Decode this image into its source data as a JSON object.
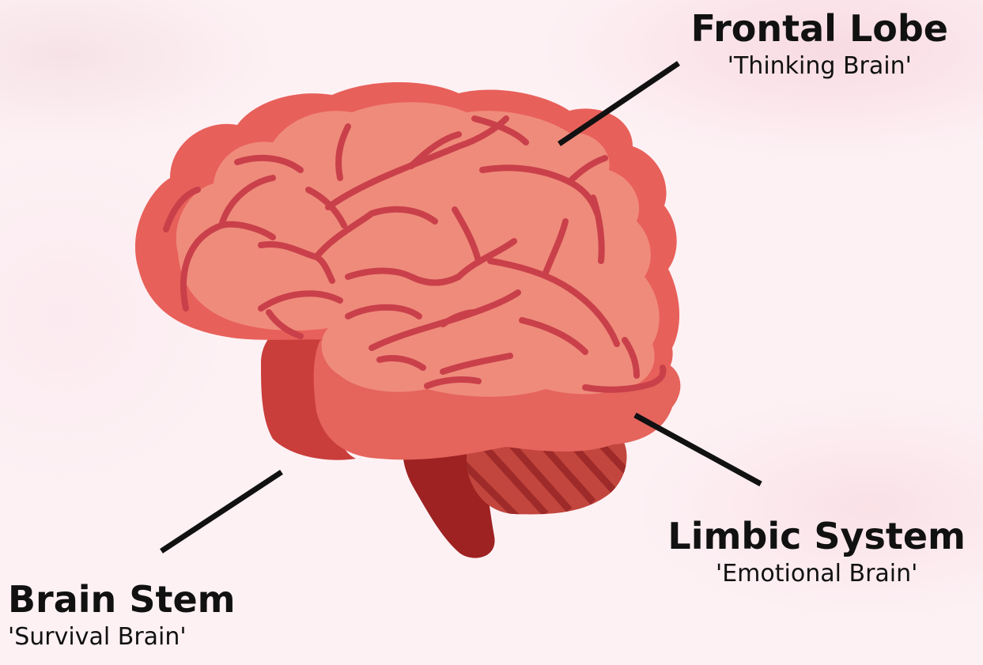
{
  "labels": {
    "frontal_lobe": {
      "title": "Frontal Lobe",
      "subtitle": "'Thinking Brain'"
    },
    "limbic_system": {
      "title": "Limbic System",
      "subtitle": "'Emotional Brain'"
    },
    "brain_stem": {
      "title": "Brain Stem",
      "subtitle": "'Survival Brain'"
    }
  },
  "colors": {
    "background": "#fdf1f4",
    "cortex_light": "#ef8b7b",
    "cortex_dark": "#e8605a",
    "sulci": "#c9404a",
    "temporal": "#e5645c",
    "deep_red": "#c93d3a",
    "cerebellum": "#c2463d",
    "cerebellum_stripes": "#9e2a2a",
    "brain_stem": "#9e2222",
    "leader_lines": "#111111"
  }
}
